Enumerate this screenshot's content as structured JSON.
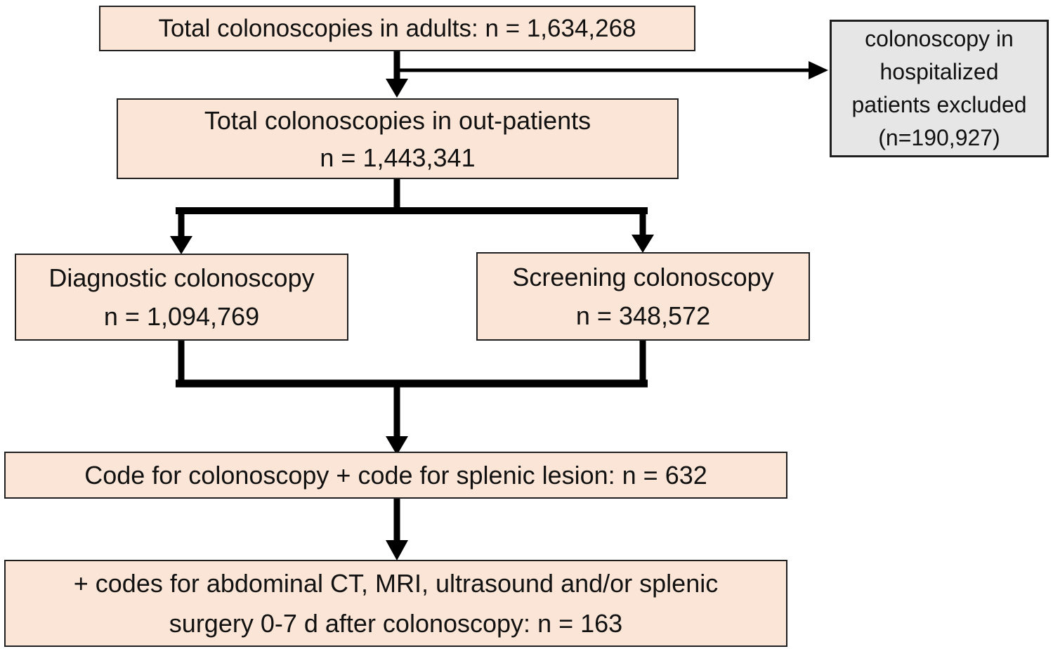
{
  "colors": {
    "background": "#ffffff",
    "box-fill": "#fbe5d6",
    "excluded-fill": "#e7e6e6",
    "border": "#1f1f1f",
    "arrow": "#000000",
    "text": "#111111"
  },
  "boxes": {
    "total_adults": {
      "text": "Total colonoscopies in adults: n = 1,634,268"
    },
    "excluded": {
      "lines": [
        "colonoscopy in",
        "hospitalized",
        "patients excluded",
        "(n=190,927)"
      ]
    },
    "outpatients": {
      "lines": [
        "Total colonoscopies in out-patients",
        "n = 1,443,341"
      ]
    },
    "diagnostic": {
      "lines": [
        "Diagnostic colonoscopy",
        "n = 1,094,769"
      ]
    },
    "screening": {
      "lines": [
        "Screening colonoscopy",
        "n = 348,572"
      ]
    },
    "code_splenic": {
      "text": "Code for colonoscopy + code for splenic lesion: n = 632"
    },
    "final": {
      "lines": [
        "+ codes for abdominal CT, MRI, ultrasound and/or splenic",
        "surgery 0-7 d after colonoscopy: n = 163"
      ]
    }
  }
}
